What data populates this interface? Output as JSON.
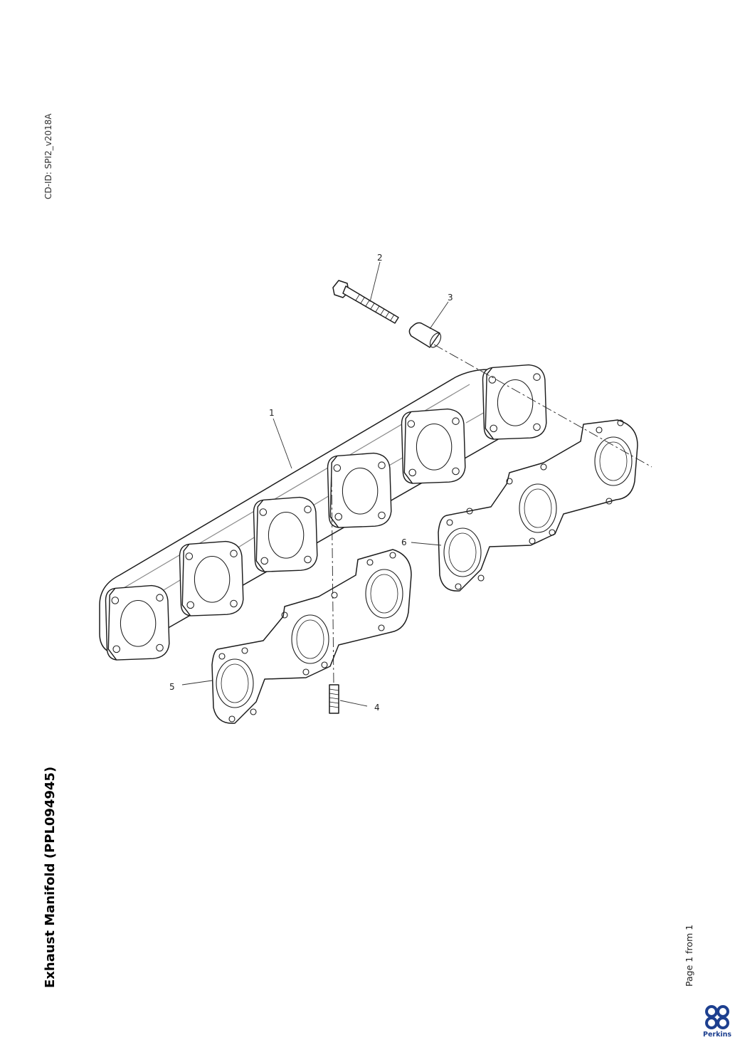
{
  "document": {
    "cd_id": "CD-ID: SPI2_v2018A",
    "title": "Exhaust Manifold (PPL094945)",
    "page_indicator": "Page 1 from 1",
    "brand": "Perkins"
  },
  "diagram": {
    "callouts": [
      {
        "id": "1",
        "label": "1"
      },
      {
        "id": "2",
        "label": "2"
      },
      {
        "id": "3",
        "label": "3"
      },
      {
        "id": "4",
        "label": "4"
      },
      {
        "id": "5",
        "label": "5"
      },
      {
        "id": "6",
        "label": "6"
      }
    ]
  },
  "colors": {
    "ink": "#1c1c1c",
    "brand": "#1d3f8f"
  }
}
